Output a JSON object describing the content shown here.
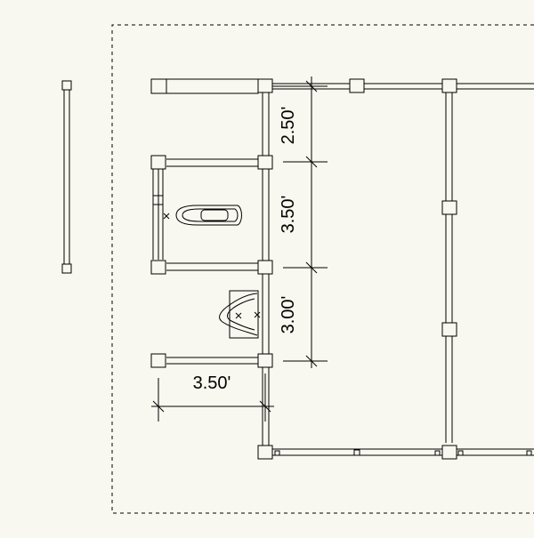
{
  "colors": {
    "background": "#f8f8f0",
    "line": "#000000"
  },
  "dimensions": {
    "vertical_top": "2.50'",
    "vertical_middle": "3.50'",
    "vertical_bottom": "3.00'",
    "horizontal": "3.50'"
  },
  "fixtures": {
    "toilet": "toilet-icon",
    "urinal": "urinal-icon"
  }
}
